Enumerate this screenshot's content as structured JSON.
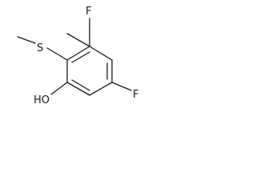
{
  "molecule": {
    "atoms": {
      "fluorine_top": "F",
      "fluorine_right": "F",
      "sulfur": "S",
      "hydroxyl": "HO"
    }
  }
}
